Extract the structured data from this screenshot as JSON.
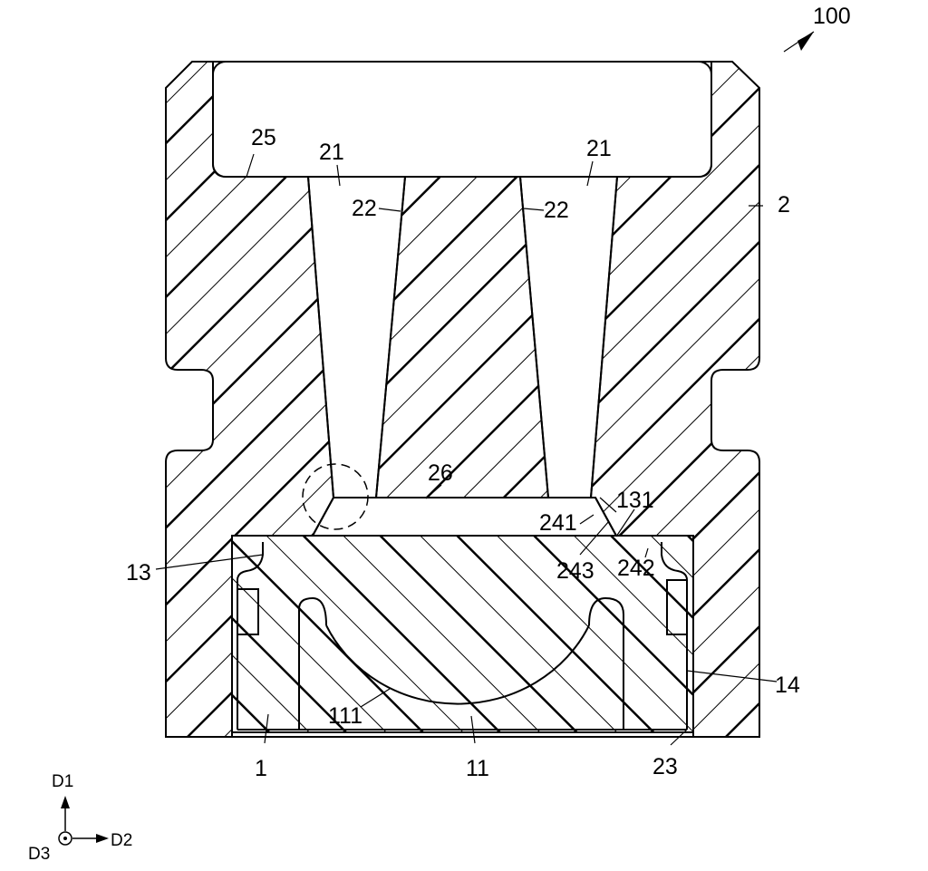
{
  "figure": {
    "ref_assembly": "100",
    "labels": {
      "l25": "25",
      "l21a": "21",
      "l21b": "21",
      "l22a": "22",
      "l22b": "22",
      "l2": "2",
      "l26": "26",
      "l131": "131",
      "l241": "241",
      "l243": "243",
      "l242": "242",
      "l13": "13",
      "l14": "14",
      "l111": "111",
      "l1": "1",
      "l11": "11",
      "l23": "23"
    },
    "axes": {
      "d1": "D1",
      "d2": "D2",
      "d3": "D3"
    }
  }
}
